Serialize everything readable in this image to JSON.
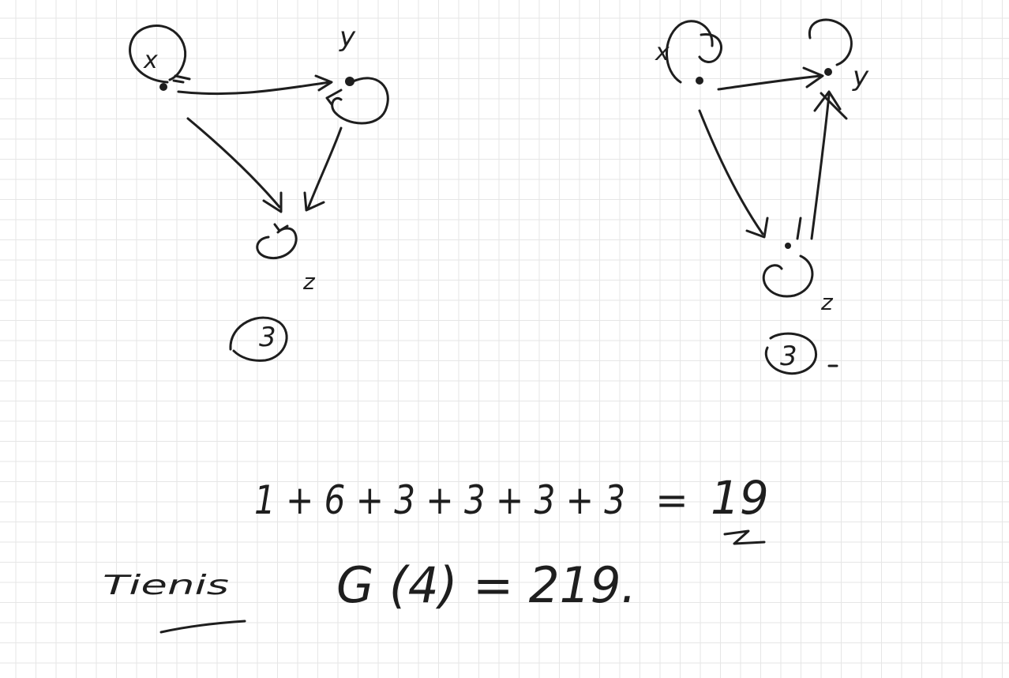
{
  "left_graph": {
    "nodes": {
      "x": "x",
      "y": "y",
      "z": "z"
    },
    "count": "3"
  },
  "right_graph": {
    "nodes": {
      "x": "x",
      "y": "y",
      "z": "z"
    },
    "count": "3"
  },
  "sum": {
    "expression": "1 + 6 + 3 + 3 + 3 + 3",
    "equals": "=",
    "result": "19"
  },
  "footer": {
    "word": "Tienis",
    "formula": "G (4) = 219."
  }
}
